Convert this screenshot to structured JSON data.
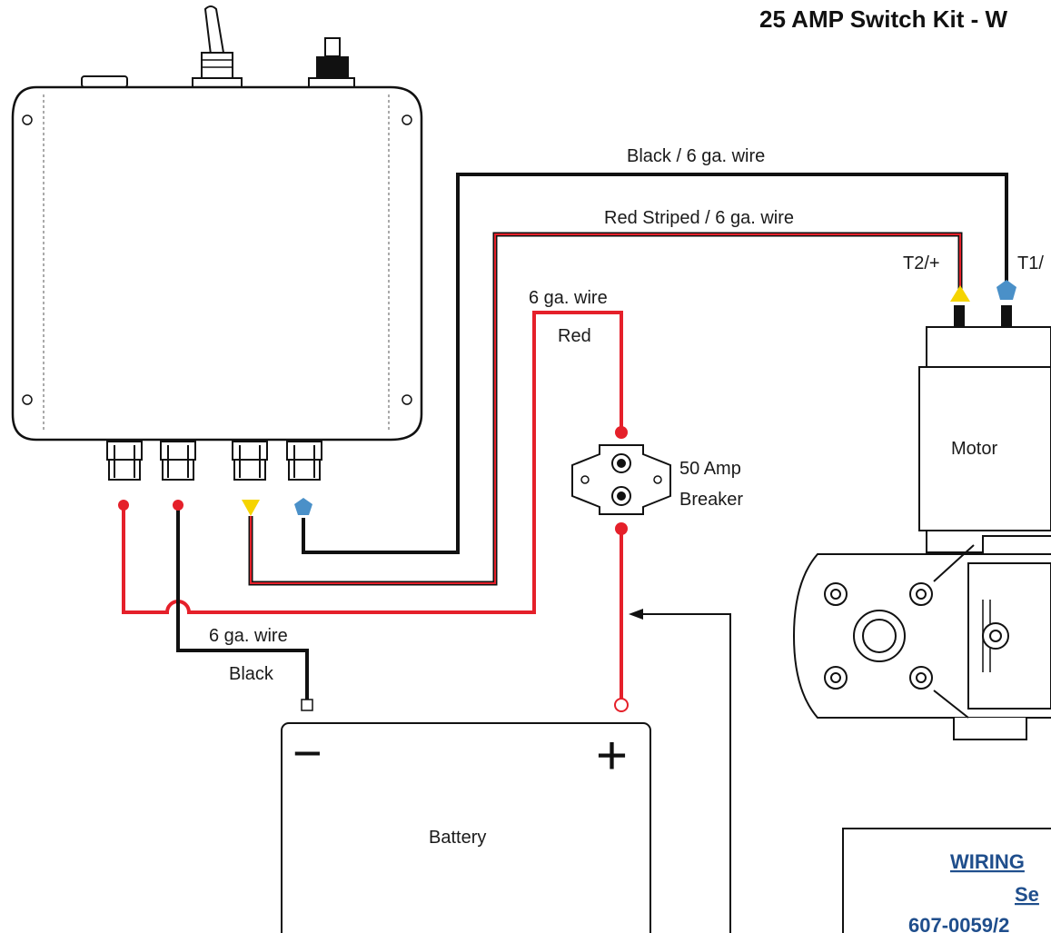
{
  "title": "25 AMP Switch Kit - W",
  "wires": {
    "black_top": "Black / 6 ga. wire",
    "red_striped": "Red Striped / 6 ga. wire",
    "red_gauge": "6 ga. wire",
    "red_color": "Red",
    "black_gauge": "6 ga. wire",
    "black_color": "Black"
  },
  "terminals": {
    "t2": "T2/+",
    "t1": "T1/"
  },
  "breaker": {
    "line1": "50 Amp",
    "line2": "Breaker"
  },
  "motor": {
    "label": "Motor"
  },
  "battery": {
    "label": "Battery",
    "minus": "−",
    "plus": "+"
  },
  "info_box": {
    "line1": "WIRING",
    "line2": "Se",
    "line3": "607-0059/2"
  },
  "colors": {
    "red": "#e5202a",
    "black": "#1a1a1a",
    "yellow": "#f5d400",
    "blue": "#4a90c8",
    "link": "#1f4e8c"
  }
}
